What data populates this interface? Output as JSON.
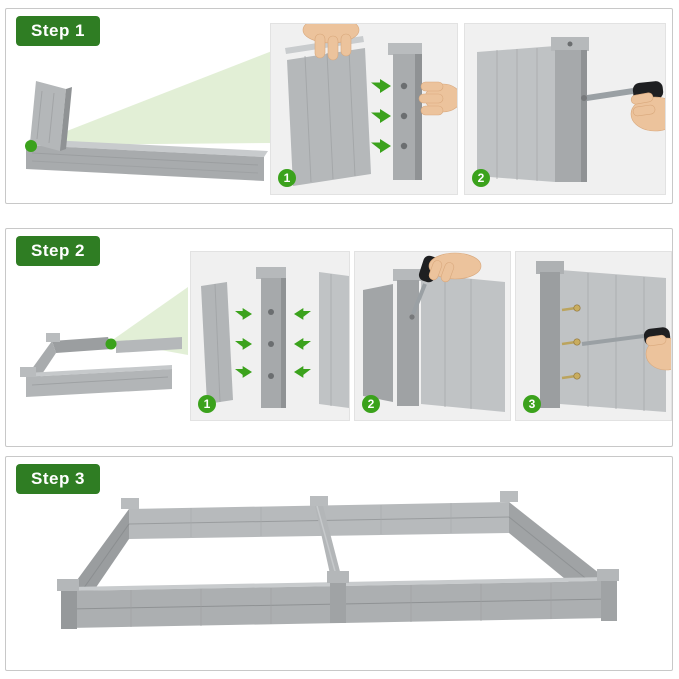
{
  "colors": {
    "step_label_green": "#2f7d23",
    "badge_green": "#3ba21c",
    "arrow_green": "#3ba21c",
    "zoom_beam_green": "#ddeccf",
    "wood_gray": "#aeb1b3",
    "panel_border": "#c8c8c8",
    "photo_background": "#f0f0f0"
  },
  "steps": [
    {
      "label": "Step 1",
      "badges": [
        "1",
        "2"
      ]
    },
    {
      "label": "Step 2",
      "badges": [
        "1",
        "2",
        "3"
      ]
    },
    {
      "label": "Step 3",
      "badges": []
    }
  ]
}
